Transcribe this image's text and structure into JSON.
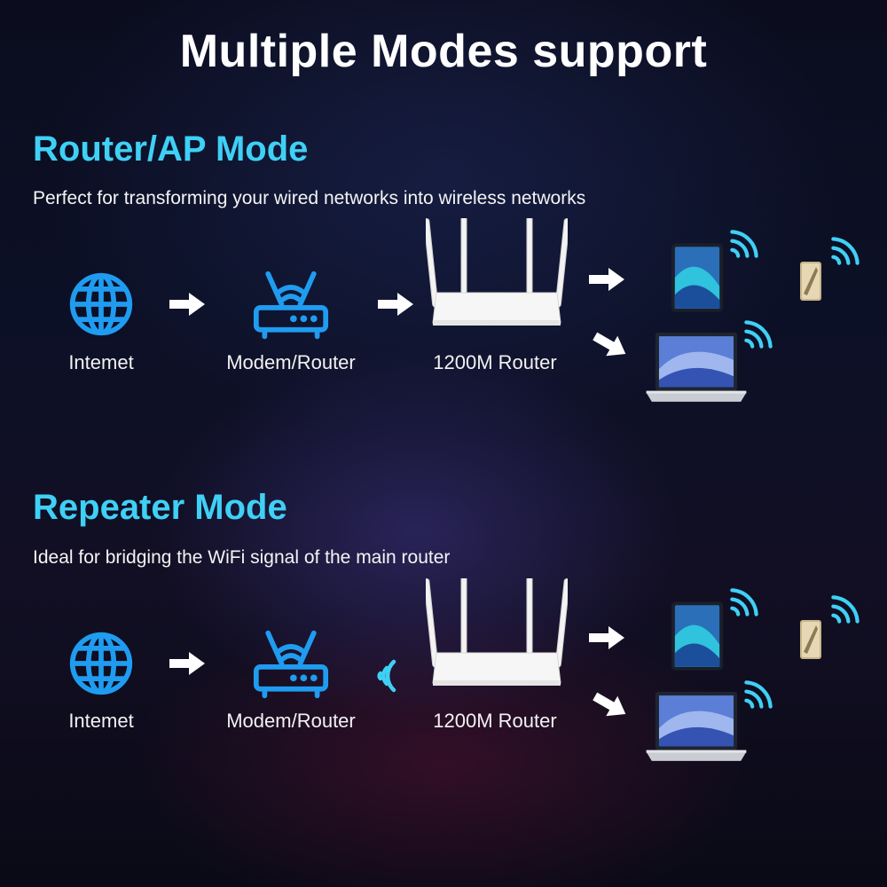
{
  "title": "Multiple Modes support",
  "accent_color": "#3fd0f5",
  "icon_color": "#1f9cf0",
  "router_ap": {
    "heading": "Router/AP Mode",
    "description": "Perfect for transforming your wired networks into wireless networks",
    "labels": {
      "internet": "Intemet",
      "modem": "Modem/Router",
      "router": "1200M Router"
    }
  },
  "repeater": {
    "heading": "Repeater Mode",
    "description": "Ideal for bridging the WiFi signal of the main router",
    "labels": {
      "internet": "Intemet",
      "modem": "Modem/Router",
      "router": "1200M Router"
    }
  }
}
